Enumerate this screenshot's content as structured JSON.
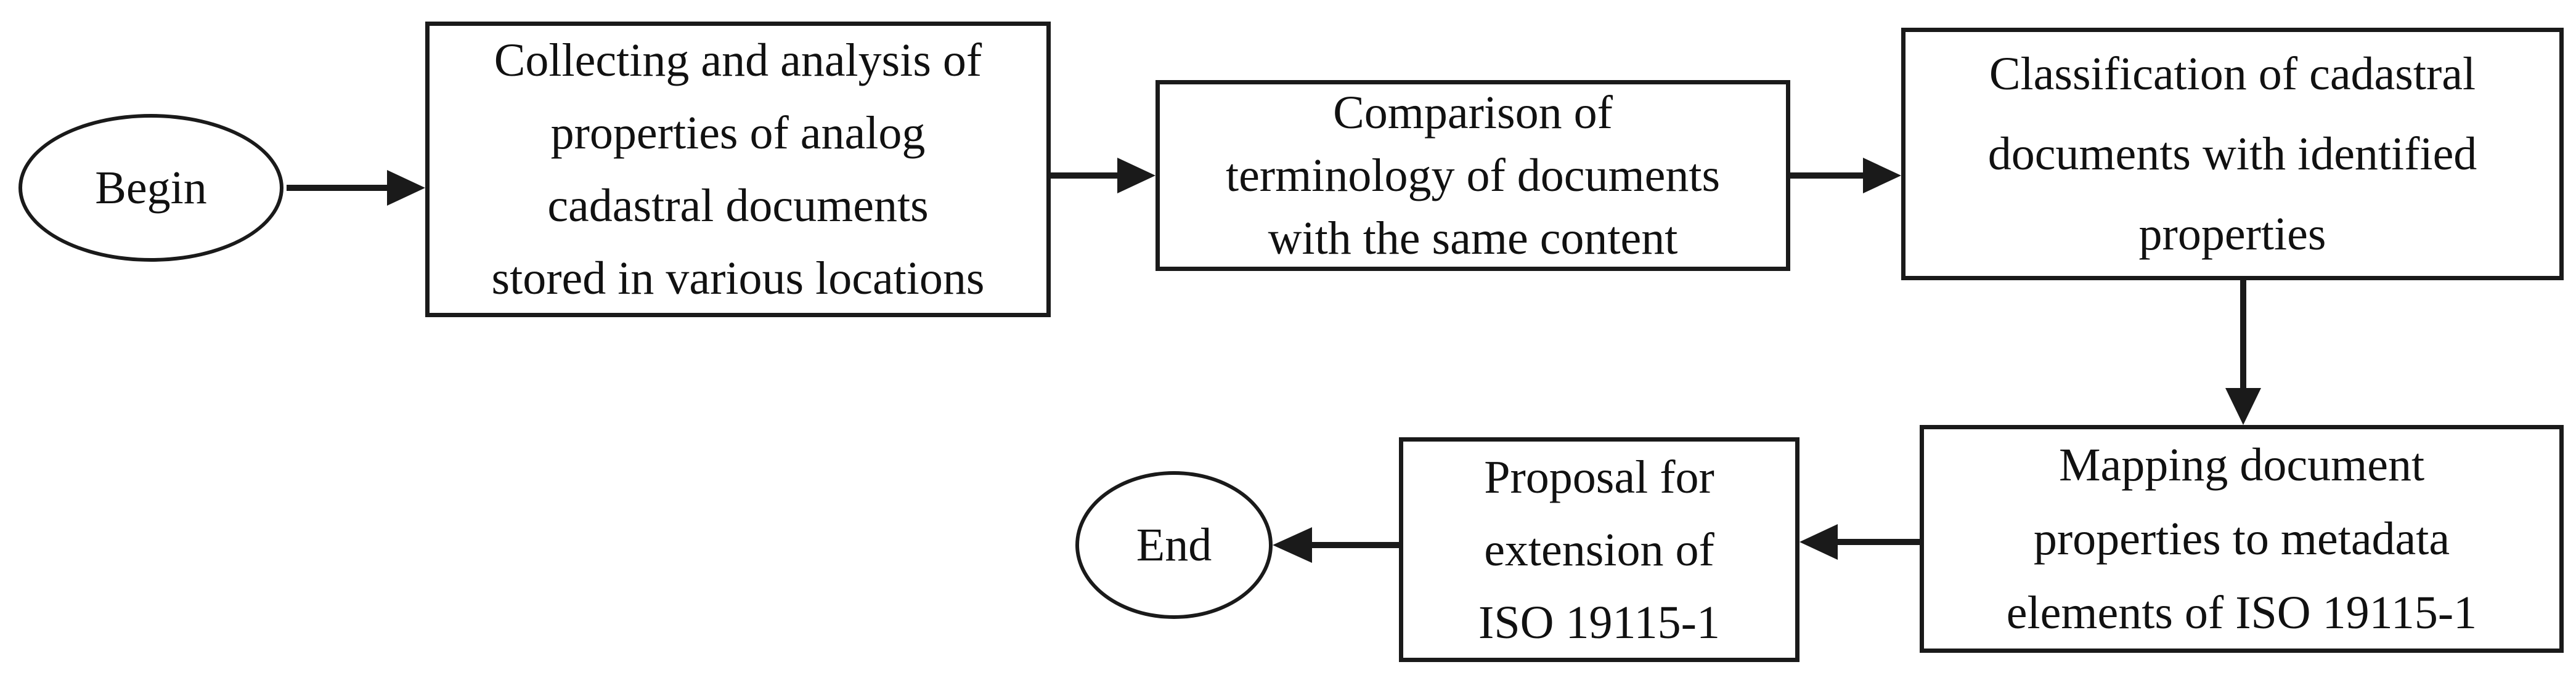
{
  "diagram": {
    "type": "flowchart",
    "background_color": "#ffffff",
    "stroke_color": "#1a1a1a",
    "text_color": "#111111",
    "nodes": {
      "begin": {
        "shape": "ellipse",
        "label": "Begin"
      },
      "collect": {
        "shape": "rectangle",
        "label": "Collecting and analysis of properties of analog cadastral documents stored in various locations",
        "lines": [
          "Collecting and analysis of",
          "properties of analog",
          "cadastral documents",
          "stored in various locations"
        ]
      },
      "compare": {
        "shape": "rectangle",
        "label": "Comparison of terminology of documents with the same content",
        "lines": [
          "Comparison of",
          "terminology of documents",
          "with the same content"
        ]
      },
      "classify": {
        "shape": "rectangle",
        "label": "Classification of cadastral documents with identified properties",
        "lines": [
          "Classification of cadastral",
          "documents with identified",
          "properties"
        ]
      },
      "mapping": {
        "shape": "rectangle",
        "label": "Mapping document properties to metadata elements of ISO 19115-1",
        "lines": [
          "Mapping document",
          "properties to metadata",
          "elements of ISO 19115-1"
        ]
      },
      "proposal": {
        "shape": "rectangle",
        "label": "Proposal for extension of ISO 19115-1",
        "lines": [
          "Proposal for",
          "extension of",
          "ISO 19115-1"
        ]
      },
      "end": {
        "shape": "ellipse",
        "label": "End"
      }
    },
    "edges": [
      {
        "from": "begin",
        "to": "collect",
        "direction": "right"
      },
      {
        "from": "collect",
        "to": "compare",
        "direction": "right"
      },
      {
        "from": "compare",
        "to": "classify",
        "direction": "right"
      },
      {
        "from": "classify",
        "to": "mapping",
        "direction": "down"
      },
      {
        "from": "mapping",
        "to": "proposal",
        "direction": "left"
      },
      {
        "from": "proposal",
        "to": "end",
        "direction": "left"
      }
    ]
  }
}
